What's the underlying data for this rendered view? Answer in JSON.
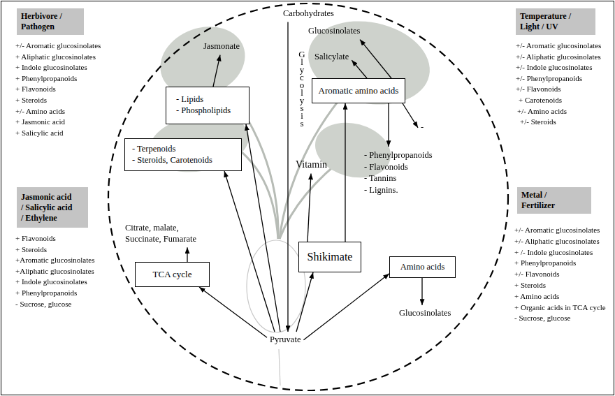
{
  "diagram": {
    "nodes": [
      {
        "text": [
          "Herbivore / Pathogen"
        ]
      },
      {
        "text": [
          "Carbohydrates"
        ]
      },
      {
        "text": [
          "Jasmonate"
        ]
      },
      {
        "text": [
          "Glucosinolates"
        ]
      },
      {
        "text": [
          "Temperature / Light / UV"
        ]
      },
      {
        "text": [
          "Salicylate"
        ]
      },
      {
        "text": [
          "- Lipids",
          "- Phospholipids"
        ]
      },
      {
        "text": [
          "Aromatic amino acids"
        ]
      },
      {
        "text": [
          "-"
        ]
      },
      {
        "text": [
          "- Terpenoids",
          "- Steroids, Carotenoids"
        ]
      },
      {
        "text": [
          "Vitamin"
        ]
      },
      {
        "text": [
          "- Phenylpropanoids",
          "- Flavonoids",
          "- Tannins",
          "- Lignins."
        ]
      },
      {
        "text": [
          "Jasmonic acid / Salicylic acid / Ethylene"
        ]
      },
      {
        "text": [
          "Metal / Fertilizer"
        ]
      },
      {
        "text": [
          "Citrate, malate, Succinate, Fumarate"
        ]
      },
      {
        "text": [
          "Shikimate"
        ]
      },
      {
        "text": [
          "TCA cycle"
        ]
      },
      {
        "text": [
          "Amino acids"
        ]
      },
      {
        "text": [
          "Glucosinolates"
        ]
      },
      {
        "text": [
          "Pyruvate"
        ]
      }
    ],
    "edges": [
      {
        "from": 1,
        "to": 19,
        "arrow": "to"
      },
      {
        "from": 6,
        "to": 2,
        "arrow": "to"
      },
      {
        "from": 7,
        "to": 3,
        "arrow": "to"
      },
      {
        "from": 7,
        "to": 5,
        "arrow": "to"
      },
      {
        "from": 7,
        "to": 11,
        "arrow": "to"
      },
      {
        "from": 7,
        "to": 8,
        "arrow": "to"
      },
      {
        "from": 15,
        "to": 7,
        "arrow": "to"
      },
      {
        "from": 15,
        "to": 10,
        "arrow": "to"
      },
      {
        "from": 19,
        "to": 6,
        "arrow": "to"
      },
      {
        "from": 19,
        "to": 9,
        "arrow": "to"
      },
      {
        "from": 19,
        "to": 16,
        "arrow": "to"
      },
      {
        "from": 19,
        "to": 15,
        "arrow": "to"
      },
      {
        "from": 19,
        "to": 17,
        "arrow": "to"
      },
      {
        "from": 16,
        "to": 14,
        "arrow": "to"
      },
      {
        "from": 17,
        "to": 18,
        "arrow": "to"
      }
    ],
    "labels": [
      "Glycolysis",
      "+/- Aromatic glucosinolates",
      "+ Aliphatic glucosinolates",
      "+ Indole glucosinolates",
      "+ Phenylpropanoids",
      "+ Flavonoids",
      "+ Steroids",
      "+/- Amino acids",
      "+ Jasmonic acid",
      "+ Salicylic acid",
      "+/- Aromatic glucosinolates",
      "+/- Aliphatic glucosinolates",
      "+/- Indole glucosinolates",
      "+/- Phenylpropanoids",
      "+/- Flavonoids",
      "+ Carotenoids",
      "+/- Amino acids",
      "+/- Steroids",
      "+ Flavonoids",
      "+ Steroids",
      "+Aromatic glucosinolates",
      "+Aliphatic glucosinolates",
      "+ Indole glucosinolates",
      "+ Phenylpropanoids",
      "- Sucrose, glucose",
      "+/- Aromatic glucosinolates",
      "+/- Aliphatic glucosinolates",
      "+ /- Indole glucosinolates",
      "+ Phenylpropanoids",
      "+/- Flavonoids",
      "+ Steroids",
      "+ Amino acids",
      "+ Organic acids in TCA cycle",
      "- Sucrose, glucose"
    ]
  }
}
